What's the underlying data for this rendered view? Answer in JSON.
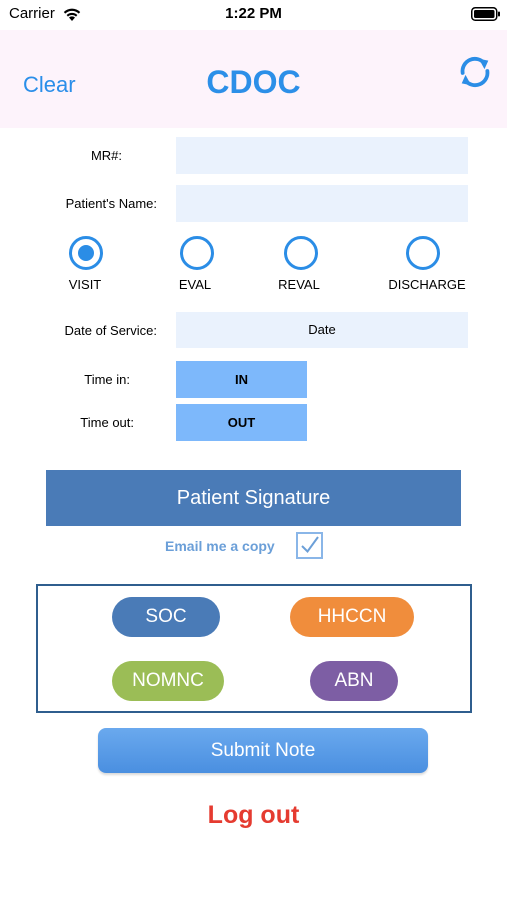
{
  "status_bar": {
    "carrier": "Carrier",
    "time": "1:22 PM"
  },
  "header": {
    "clear_label": "Clear",
    "title": "CDOC"
  },
  "form": {
    "mr_label": "MR#:",
    "mr_value": "",
    "name_label": "Patient's Name:",
    "name_value": "",
    "visit_types": [
      {
        "label": "VISIT",
        "selected": true
      },
      {
        "label": "EVAL",
        "selected": false
      },
      {
        "label": "REVAL",
        "selected": false
      },
      {
        "label": "DISCHARGE",
        "selected": false
      }
    ],
    "date_label": "Date of Service:",
    "date_button": "Date",
    "time_in_label": "Time in:",
    "time_in_button": "IN",
    "time_out_label": "Time out:",
    "time_out_button": "OUT"
  },
  "signature_button": "Patient Signature",
  "email_copy": {
    "label": "Email me a copy",
    "checked": true
  },
  "forms": [
    {
      "label": "SOC",
      "color": "#4a7bb7"
    },
    {
      "label": "HHCCN",
      "color": "#f08d3c"
    },
    {
      "label": "NOMNC",
      "color": "#9bbd56"
    },
    {
      "label": "ABN",
      "color": "#7d5ea4"
    }
  ],
  "submit_button": "Submit Note",
  "logout_label": "Log out",
  "colors": {
    "accent": "#2c8fe8",
    "header_bg": "#fdf3fb",
    "field_bg": "#eaf2fd",
    "time_button_bg": "#7db8fb",
    "logout": "#e53b30"
  }
}
